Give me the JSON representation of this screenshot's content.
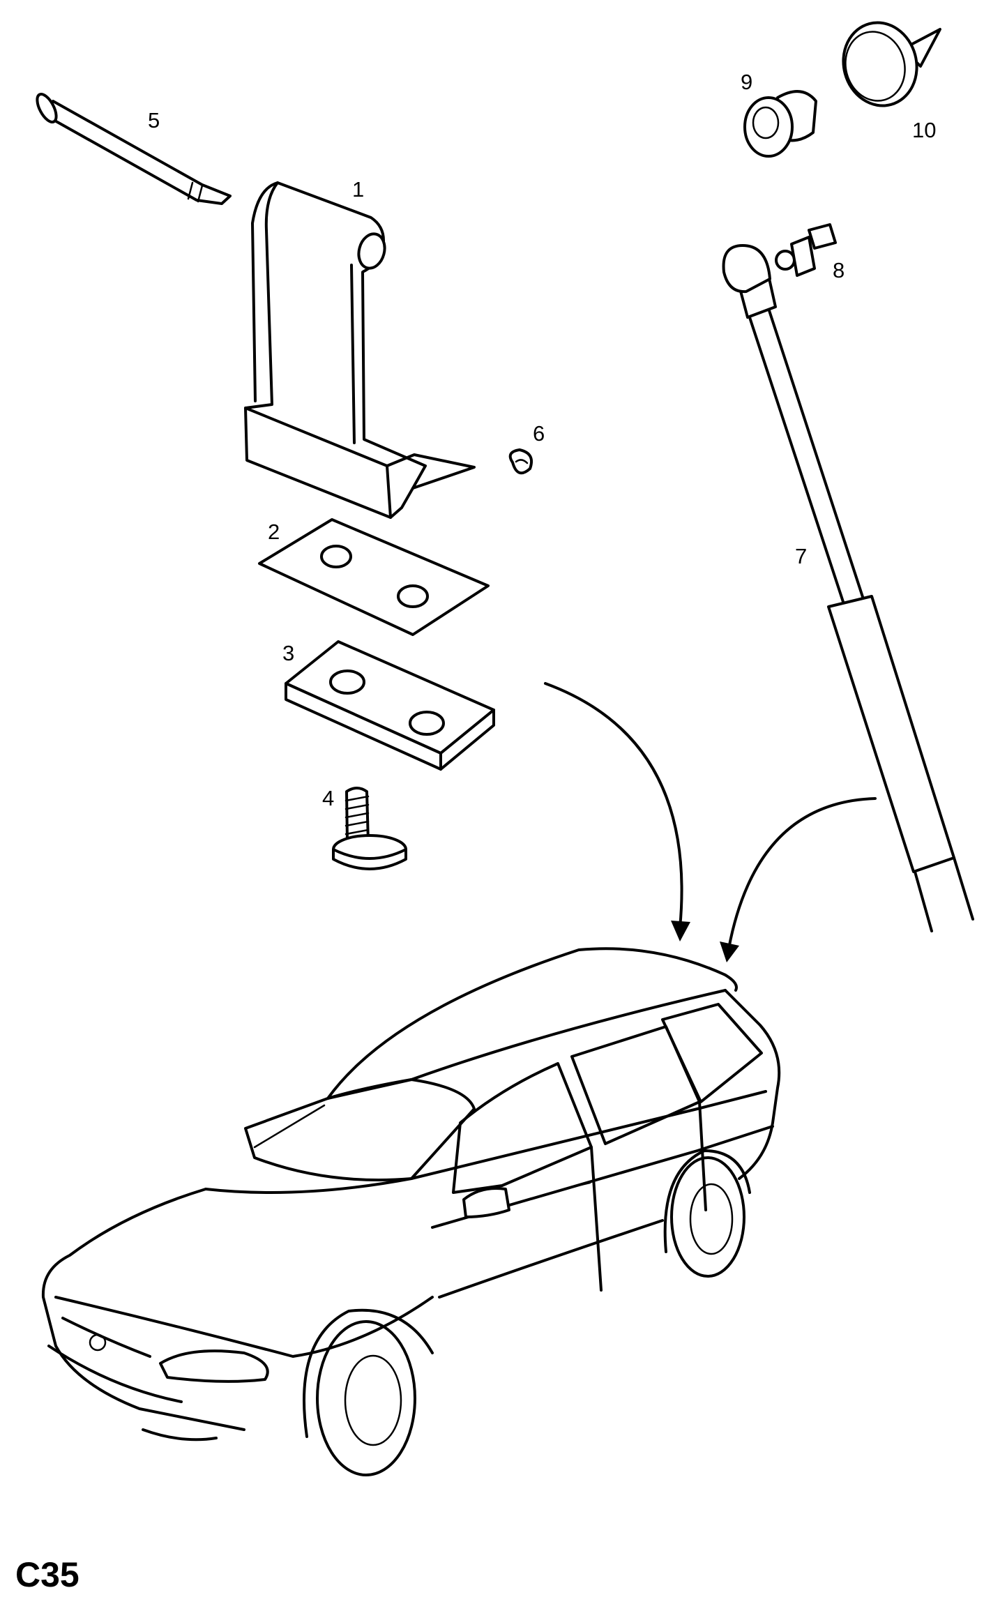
{
  "diagram": {
    "callouts": [
      "1",
      "2",
      "3",
      "4",
      "5",
      "6",
      "7",
      "8",
      "9",
      "10"
    ],
    "page_code": "C35",
    "colors": {
      "ink": "#000000",
      "paper": "#ffffff"
    }
  }
}
